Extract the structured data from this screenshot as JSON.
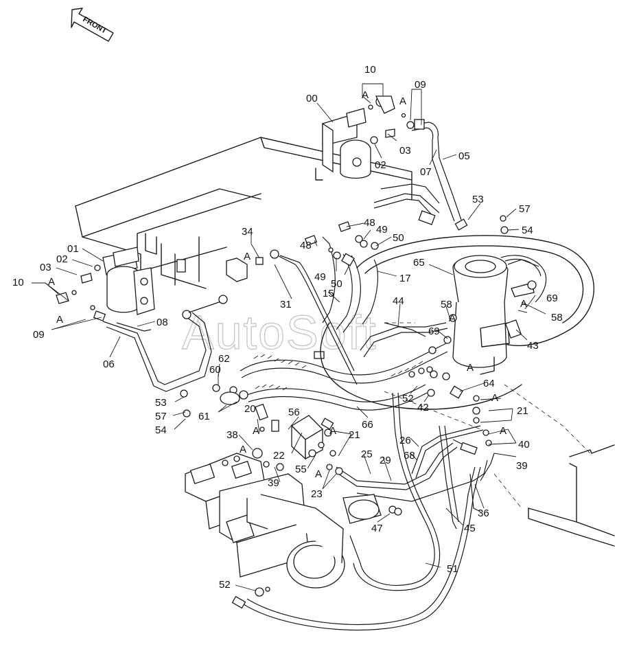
{
  "direction_arrow": {
    "text": "FRONT"
  },
  "watermark": {
    "text": "AutoSoft"
  },
  "callouts": [
    "00",
    "01",
    "02",
    "03",
    "05",
    "06",
    "07",
    "08",
    "09",
    "10",
    "15",
    "17",
    "20",
    "21",
    "22",
    "23",
    "25",
    "26",
    "29",
    "31",
    "34",
    "36",
    "38",
    "39",
    "40",
    "42",
    "43",
    "44",
    "45",
    "47",
    "48",
    "49",
    "50",
    "51",
    "52",
    "53",
    "54",
    "55",
    "56",
    "57",
    "58",
    "60",
    "61",
    "62",
    "64",
    "65",
    "66",
    "68",
    "69"
  ],
  "section_marker": "A"
}
